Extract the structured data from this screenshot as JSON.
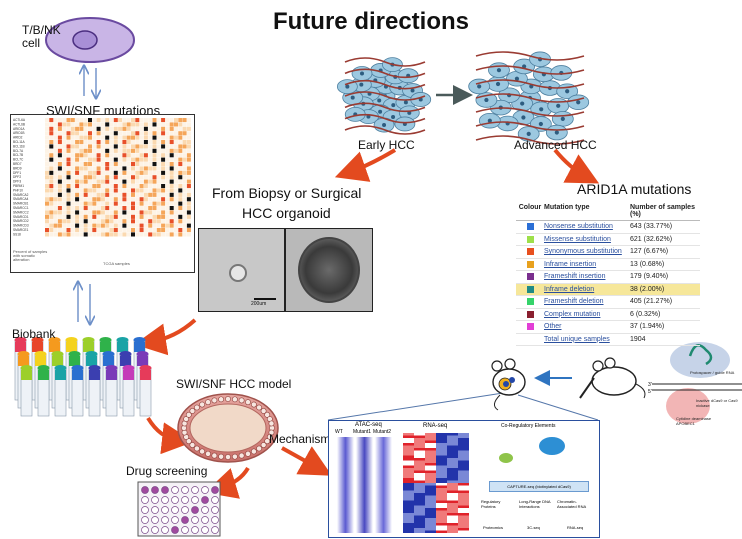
{
  "title": "Future directions",
  "labels": {
    "cell": "T/B/NK\ncell",
    "swi_snf_mutations": "SWI/SNF mutations",
    "early_hcc": "Early HCC",
    "advanced_hcc": "Advanced HCC",
    "arid1a_mutations": "ARID1A mutations",
    "organoid_line1": "From Biopsy or Surgical",
    "organoid_line2": "HCC organoid",
    "scale_bar": "200um",
    "biobank": "Biobank",
    "swi_snf_model": "SWI/SNF HCC model",
    "drug_screening": "Drug screening",
    "mechanism": "Mechanism",
    "atac_seq": "ATAC-seq",
    "wt": "WT",
    "mutant1": "Mutant1",
    "mutant2": "Mutant2",
    "rna_seq": "RNA-seq",
    "co_regulatory": "Co-Regulatory Elements",
    "capture_seq": "CAPTURE-seq (biotinylated dCas9)",
    "regulatory_proteins": "Regulatory Proteins",
    "long_range": "Long-Range DNA Interactions",
    "chromatin_rna": "Chromatin-Associated RNA",
    "proteomics": "Proteomics",
    "three_c_seq": "3C-seq",
    "rna_seq_bottom": "RNA-seq",
    "heatmap_xlabel": "TCGA samples",
    "heatmap_legend": "Percent of samples with somatic alteration"
  },
  "heatmap": {
    "genes": [
      "ACTL6A",
      "ACTL6B",
      "ARID1A",
      "ARID1B",
      "ARID2",
      "BCL11A",
      "BCL11B",
      "BCL7A",
      "BCL7B",
      "BCL7C",
      "BRD7",
      "BRD9",
      "DPF1",
      "DPF2",
      "DPF3",
      "PBRM1",
      "PHF10",
      "SMARCA2",
      "SMARCA4",
      "SMARCB1",
      "SMARCC1",
      "SMARCC2",
      "SMARCD1",
      "SMARCD2",
      "SMARCD3",
      "SMARCE1",
      "SS18"
    ]
  },
  "mutation_table": {
    "headers": [
      "Colour",
      "Mutation type",
      "Number of samples (%)"
    ],
    "rows": [
      {
        "type": "Nonsense substitution",
        "count": "643 (33.77%)",
        "color": "#2b6fd6"
      },
      {
        "type": "Missense substitution",
        "count": "621 (32.62%)",
        "color": "#9ee04a"
      },
      {
        "type": "Synonymous substitution",
        "count": "127 (6.67%)",
        "color": "#e8501e"
      },
      {
        "type": "Inframe insertion",
        "count": "13 (0.68%)",
        "color": "#e8a11e"
      },
      {
        "type": "Frameshift insertion",
        "count": "179 (9.40%)",
        "color": "#7a2f8e"
      },
      {
        "type": "Inframe deletion",
        "count": "38 (2.00%)",
        "color": "#1f8a86"
      },
      {
        "type": "Frameshift deletion",
        "count": "405 (21.27%)",
        "color": "#35d36a"
      },
      {
        "type": "Complex mutation",
        "count": "6 (0.32%)",
        "color": "#8a1f2f"
      },
      {
        "type": "Other",
        "count": "37 (1.94%)",
        "color": "#e23fd6"
      },
      {
        "type": "Total unique samples",
        "count": "1904",
        "color": ""
      }
    ]
  },
  "crispr_labels": {
    "protospacer": "Protospacer / guide RNA",
    "inactive": "Inactive dCas9 or Cas9 nickase",
    "deaminase": "Cytidine deaminase APOBEC1"
  },
  "colors": {
    "arrow_red": "#e34a1f",
    "arrow_blue": "#6c8fc8",
    "arrow_dark": "#4a5a5a",
    "cell_fill": "#c9b5e6",
    "cell_border": "#6a4aa0"
  }
}
